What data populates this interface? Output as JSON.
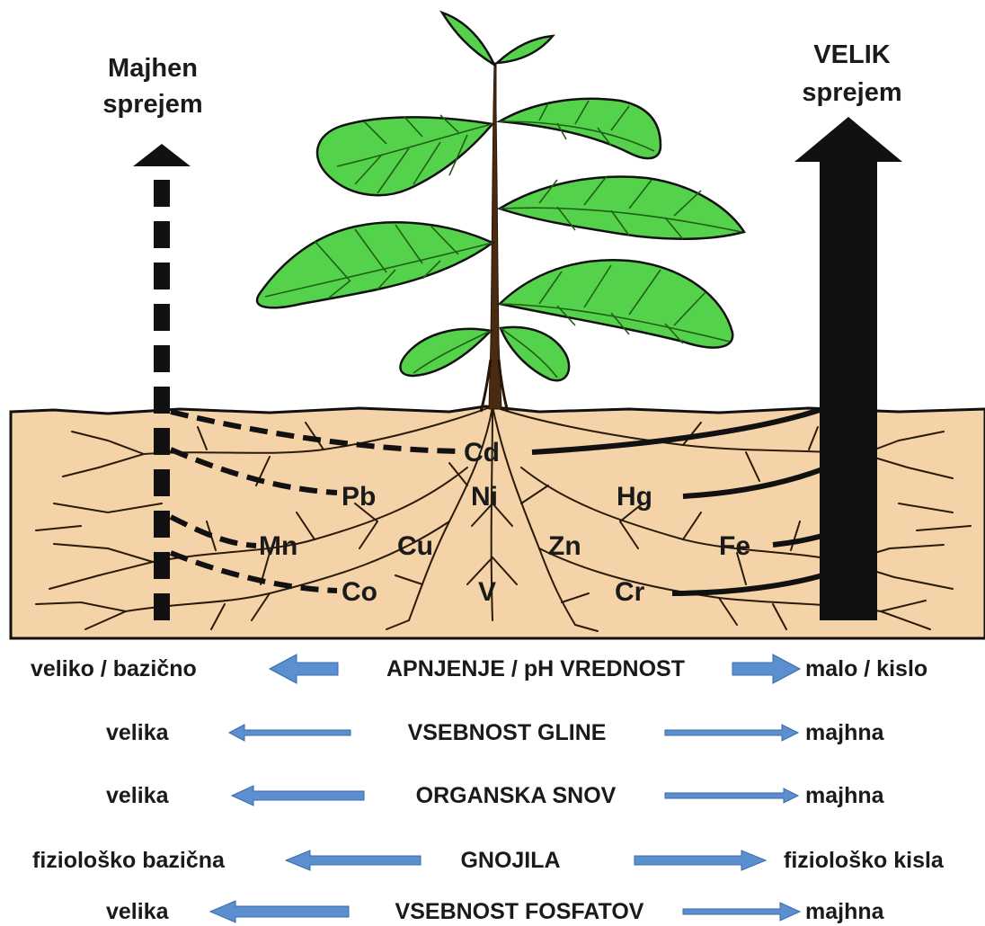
{
  "left_header": {
    "line1": "Majhen",
    "line2": "sprejem"
  },
  "right_header": {
    "line1": "VELIK",
    "line2": "sprejem"
  },
  "elements": {
    "cd": "Cd",
    "pb": "Pb",
    "ni": "Ni",
    "hg": "Hg",
    "mn": "Mn",
    "cu": "Cu",
    "zn": "Zn",
    "fe": "Fe",
    "co": "Co",
    "v": "V",
    "cr": "Cr"
  },
  "factors": [
    {
      "left": "veliko / bazično",
      "center": "APNJENJE / pH VREDNOST",
      "right": "malo / kislo"
    },
    {
      "left": "velika",
      "center": "VSEBNOST GLINE",
      "right": "majhna"
    },
    {
      "left": "velika",
      "center": "ORGANSKA SNOV",
      "right": "majhna"
    },
    {
      "left": "fiziološko bazična",
      "center": "GNOJILA",
      "right": "fiziološko kisla"
    },
    {
      "left": "velika",
      "center": "VSEBNOST FOSFATOV",
      "right": "majhna"
    }
  ],
  "colors": {
    "soil": "#f5d3a8",
    "leaf": "#55d24b",
    "leaf_vein": "#1f5f16",
    "stem": "#4a2a10",
    "arrow_blue": "#5b8fd0",
    "ink": "#111111"
  }
}
